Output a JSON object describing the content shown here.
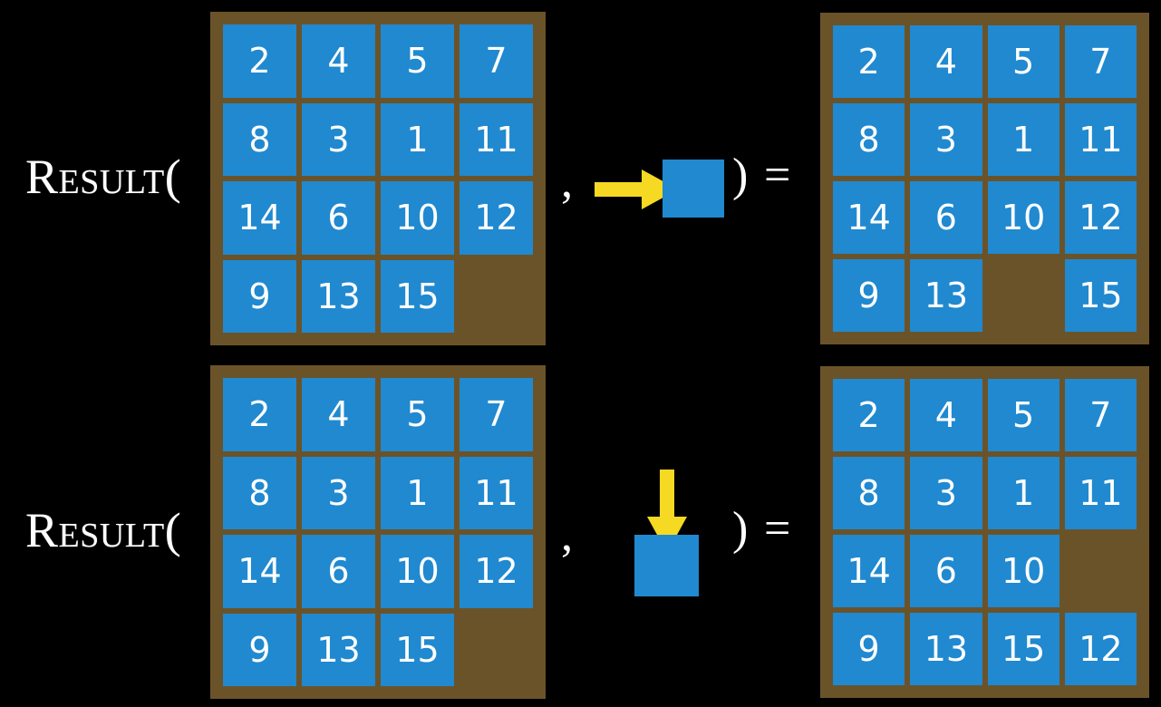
{
  "canvas": {
    "background_color": "#000000",
    "tile_color": "#2089d0",
    "board_color": "#6b5329",
    "arrow_color": "#f5d923",
    "text_color": "#ffffff"
  },
  "equations": [
    {
      "label": "Result(",
      "comma": ",",
      "close_paren": ")",
      "equals": "=",
      "operand": {
        "direction": "right",
        "icon": "arrow-right-icon",
        "tile_label": ""
      },
      "input_board": {
        "name": "input-board-swipe-right",
        "rows": [
          [
            "2",
            "4",
            "5",
            "7"
          ],
          [
            "8",
            "3",
            "1",
            "11"
          ],
          [
            "14",
            "6",
            "10",
            "12"
          ],
          [
            "9",
            "13",
            "15",
            ""
          ]
        ]
      },
      "output_board": {
        "name": "output-board-swipe-right",
        "rows": [
          [
            "2",
            "4",
            "5",
            "7"
          ],
          [
            "8",
            "3",
            "1",
            "11"
          ],
          [
            "14",
            "6",
            "10",
            "12"
          ],
          [
            "9",
            "13",
            "",
            "15"
          ]
        ]
      }
    },
    {
      "label": "Result(",
      "comma": ",",
      "close_paren": ")",
      "equals": "=",
      "operand": {
        "direction": "down",
        "icon": "arrow-down-icon",
        "tile_label": ""
      },
      "input_board": {
        "name": "input-board-swipe-down",
        "rows": [
          [
            "2",
            "4",
            "5",
            "7"
          ],
          [
            "8",
            "3",
            "1",
            "11"
          ],
          [
            "14",
            "6",
            "10",
            "12"
          ],
          [
            "9",
            "13",
            "15",
            ""
          ]
        ]
      },
      "output_board": {
        "name": "output-board-swipe-down",
        "rows": [
          [
            "2",
            "4",
            "5",
            "7"
          ],
          [
            "8",
            "3",
            "1",
            "11"
          ],
          [
            "14",
            "6",
            "10",
            ""
          ],
          [
            "9",
            "13",
            "15",
            "12"
          ]
        ]
      }
    }
  ]
}
